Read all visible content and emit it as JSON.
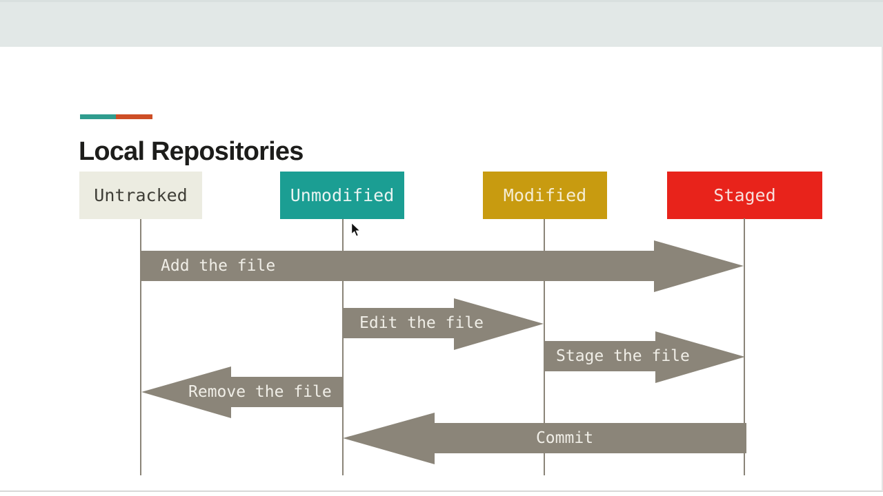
{
  "slide": {
    "title": "Local Repositories"
  },
  "colors": {
    "page_background": "#FFFFFF",
    "top_band": "#E2E8E7",
    "bottom_divider": "#D8D8D8",
    "right_edge": "#E3E3E3",
    "accent_teal": "#2F9C8E",
    "accent_orange": "#CD4E26",
    "title_text": "#1D1D1B"
  },
  "diagram": {
    "arrow_color": "#8B8579",
    "arrow_label_color": "#F0EEE7",
    "lifeline_color": "#8A8478",
    "states": [
      {
        "label": "Untracked",
        "bg": "#ECECE1",
        "fg": "#3F3E37"
      },
      {
        "label": "Unmodified",
        "bg": "#1B9E93",
        "fg": "#E9F4F2"
      },
      {
        "label": "Modified",
        "bg": "#C89B10",
        "fg": "#F5EDD3"
      },
      {
        "label": "Staged",
        "bg": "#E8231B",
        "fg": "#F8DFDC"
      }
    ],
    "transitions": [
      {
        "label": "Add the file",
        "from": "Untracked",
        "to": "Staged",
        "direction": "right"
      },
      {
        "label": "Edit the file",
        "from": "Unmodified",
        "to": "Modified",
        "direction": "right"
      },
      {
        "label": "Stage the file",
        "from": "Modified",
        "to": "Staged",
        "direction": "right"
      },
      {
        "label": "Remove the file",
        "from": "Unmodified",
        "to": "Untracked",
        "direction": "left"
      },
      {
        "label": "Commit",
        "from": "Staged",
        "to": "Unmodified",
        "direction": "left"
      }
    ]
  },
  "icons": {
    "mouse_cursor": "arrow-pointer"
  }
}
